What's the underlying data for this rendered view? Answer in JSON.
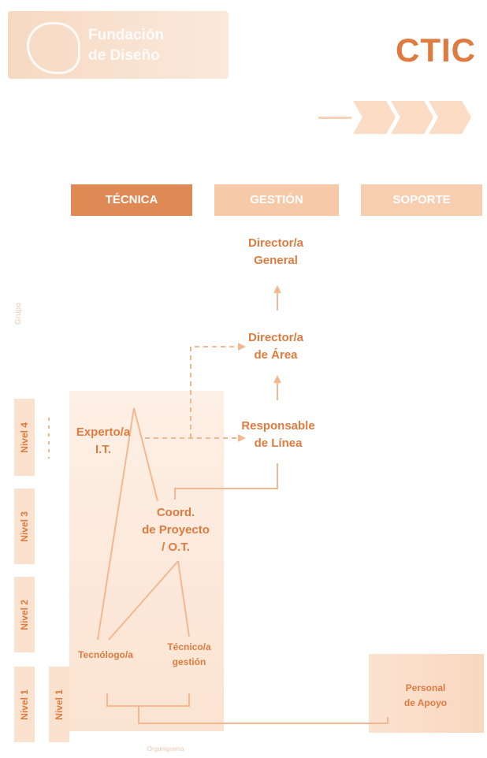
{
  "brand": {
    "logo_text": "Fundación\nde Diseño",
    "acronym": "CTIC"
  },
  "columns": [
    {
      "label": "TÉCNICA",
      "color": "#df8a55"
    },
    {
      "label": "GESTIÓN",
      "color": "#f6c9a8"
    },
    {
      "label": "SOPORTE",
      "color": "#f7cfb0"
    }
  ],
  "side_label": "Grupo",
  "levels": {
    "left": [
      "Nivel 4",
      "Nivel 3",
      "Nivel 2",
      "Nivel 1"
    ],
    "inner": "Nivel 1"
  },
  "nodes": {
    "director_general": "Director/a\nGeneral",
    "director_area": "Director/a\nde Área",
    "responsable_linea": "Responsable\nde Línea",
    "experto": "Experto/a\nI.T.",
    "coordinador": "Coord.\nde Proyecto\n/ O.T.",
    "tecnologo": "Tecnólogo/a",
    "tecnico_gestion": "Técnico/a\ngestión",
    "personal_apoyo": "Personal\nde Apoyo"
  },
  "footer_text": "Organigrama",
  "colors": {
    "accent": "#e07b3f",
    "line": "#f2b890"
  }
}
